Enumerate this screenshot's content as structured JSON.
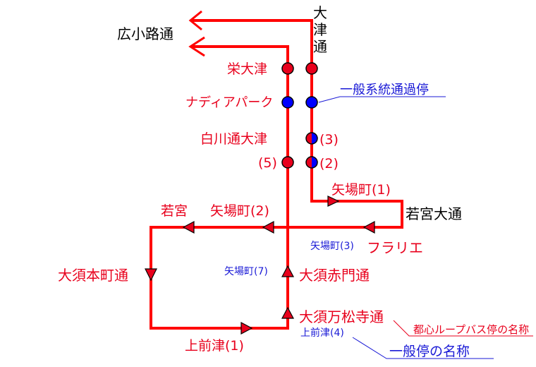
{
  "colors": {
    "route_red": "#ff0000",
    "label_red": "#e8001c",
    "label_blue": "#1a1ad6",
    "stop_red": "#e8001c",
    "stop_blue": "#0000ff",
    "line_black": "#000000"
  },
  "streets": {
    "hirokoji": "広小路通",
    "otsu_chars": [
      "大",
      "津",
      "通"
    ],
    "wakamiya_o": "若宮大通"
  },
  "stops": {
    "sakae_otsu": "栄大津",
    "nadya_park": "ナディアパーク",
    "shirakawa_otsu": "白川通大津",
    "yabacho_1": "矢場町(1)",
    "yabacho_2": "矢場町(2)",
    "wakamiya": "若宮",
    "yabacho_3": "矢場町(3)",
    "furarie": "フラリエ",
    "osu_hondori": "大須本町通",
    "yabacho_7": "矢場町(7)",
    "osu_akamon": "大須赤門通",
    "osu_mansho": "大須万松寺通",
    "kamimaezu_4": "上前津(4)",
    "kamimaezu_1": "上前津(1)",
    "num_5": "(5)",
    "num_3": "(3)",
    "num_2": "(2)"
  },
  "legend": {
    "ippan_tsuka": "一般系統通過停",
    "toshin_loop": "都心ループバス停の名称",
    "ippan_name": "一般停の名称"
  }
}
